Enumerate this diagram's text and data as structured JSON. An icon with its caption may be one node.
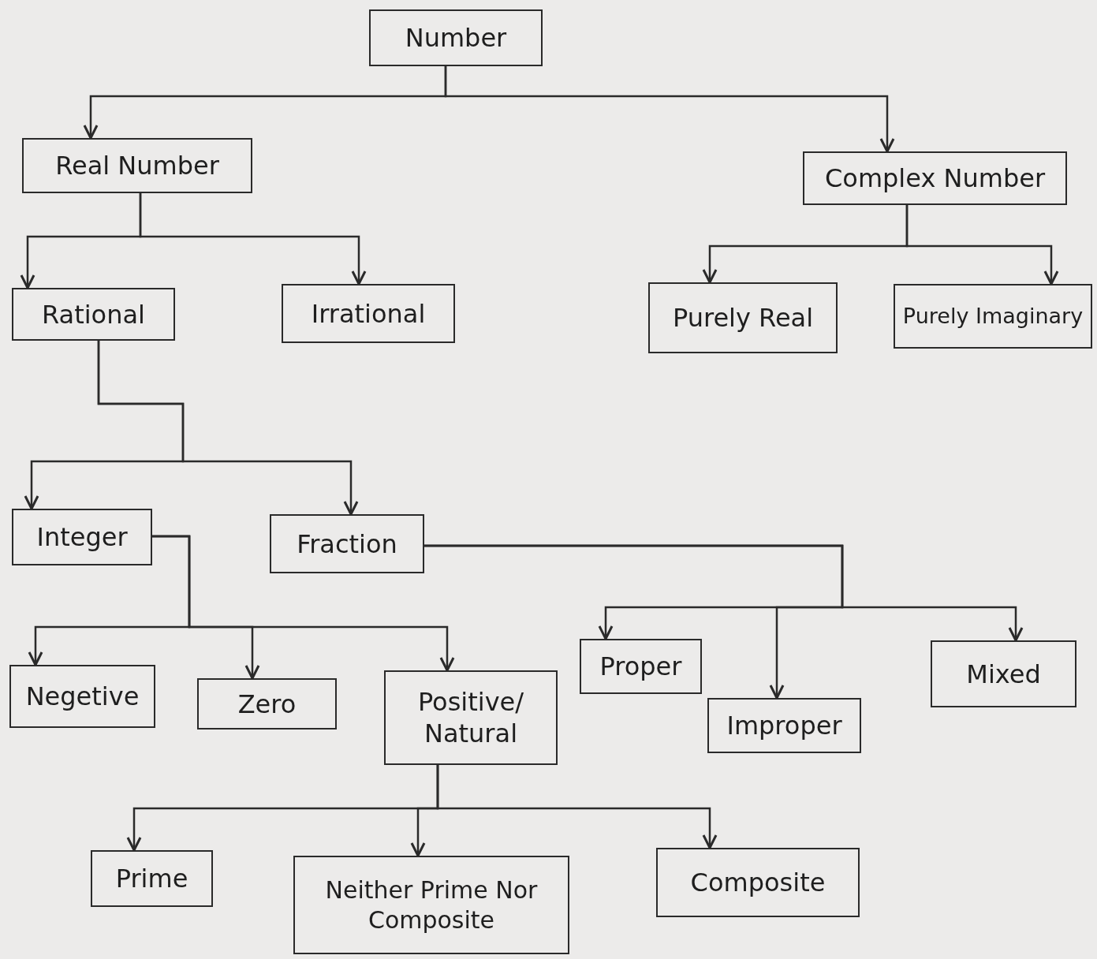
{
  "diagram": {
    "nodes": [
      {
        "text": [
          "Number"
        ]
      },
      {
        "text": [
          "Real Number"
        ]
      },
      {
        "text": [
          "Complex Number"
        ]
      },
      {
        "text": [
          "Rational"
        ]
      },
      {
        "text": [
          "Irrational"
        ]
      },
      {
        "text": [
          "Purely Real"
        ]
      },
      {
        "text": [
          "Purely Imaginary"
        ]
      },
      {
        "text": [
          "Integer"
        ]
      },
      {
        "text": [
          "Fraction"
        ]
      },
      {
        "text": [
          "Negetive"
        ]
      },
      {
        "text": [
          "Zero"
        ]
      },
      {
        "text": [
          "Positive/ Natural"
        ]
      },
      {
        "text": [
          "Proper"
        ]
      },
      {
        "text": [
          "Improper"
        ]
      },
      {
        "text": [
          "Mixed"
        ]
      },
      {
        "text": [
          "Prime"
        ]
      },
      {
        "text": [
          "Neither Prime Nor Composite"
        ]
      },
      {
        "text": [
          "Composite"
        ]
      }
    ],
    "edges": [
      {
        "from": 0,
        "to": 1,
        "arrow": "to"
      },
      {
        "from": 0,
        "to": 2,
        "arrow": "to"
      },
      {
        "from": 1,
        "to": 3,
        "arrow": "to"
      },
      {
        "from": 1,
        "to": 4,
        "arrow": "to"
      },
      {
        "from": 2,
        "to": 5,
        "arrow": "to"
      },
      {
        "from": 2,
        "to": 6,
        "arrow": "to"
      },
      {
        "from": 3,
        "to": 7,
        "arrow": "to"
      },
      {
        "from": 3,
        "to": 8,
        "arrow": "to"
      },
      {
        "from": 7,
        "to": 9,
        "arrow": "to"
      },
      {
        "from": 7,
        "to": 10,
        "arrow": "to"
      },
      {
        "from": 7,
        "to": 11,
        "arrow": "to"
      },
      {
        "from": 8,
        "to": 12,
        "arrow": "to"
      },
      {
        "from": 8,
        "to": 13,
        "arrow": "to"
      },
      {
        "from": 8,
        "to": 14,
        "arrow": "to"
      },
      {
        "from": 11,
        "to": 15,
        "arrow": "to"
      },
      {
        "from": 11,
        "to": 16,
        "arrow": "to"
      },
      {
        "from": 11,
        "to": 17,
        "arrow": "to"
      }
    ]
  }
}
